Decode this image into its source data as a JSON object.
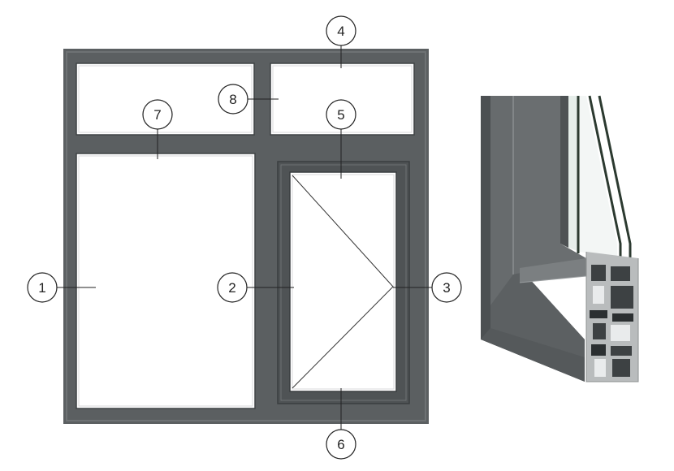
{
  "colors": {
    "frame": "#5b5f61",
    "frame_dark": "#4a4e50",
    "glass": "#ffffff",
    "highlight": "#d8dadb",
    "leader": "#222222"
  },
  "callouts": [
    {
      "id": "1",
      "label": "1"
    },
    {
      "id": "2",
      "label": "2"
    },
    {
      "id": "3",
      "label": "3"
    },
    {
      "id": "4",
      "label": "4"
    },
    {
      "id": "5",
      "label": "5"
    },
    {
      "id": "6",
      "label": "6"
    },
    {
      "id": "7",
      "label": "7"
    },
    {
      "id": "8",
      "label": "8"
    }
  ],
  "profile_icon": "aluminium-window-corner-profile"
}
